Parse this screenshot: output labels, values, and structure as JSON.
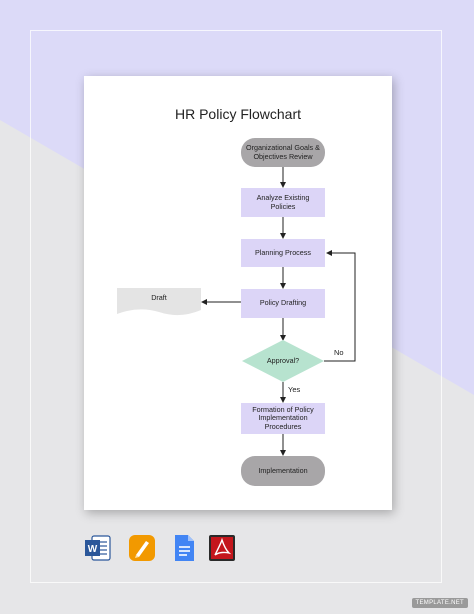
{
  "document": {
    "title": "HR Policy Flowchart"
  },
  "nodes": {
    "org_goals": "Organizational Goals & Objectives Review",
    "analyze": "Analyze Existing Policies",
    "planning": "Planning Process",
    "drafting": "Policy Drafting",
    "draft": "Draft",
    "approval": "Approval?",
    "formation": "Formation of Policy Implementation Procedures",
    "implementation": "Implementation"
  },
  "edges": {
    "no_label": "No",
    "yes_label": "Yes"
  },
  "formats": [
    {
      "name": "word-icon",
      "letter": "W",
      "color": "#2b579a"
    },
    {
      "name": "pages-icon",
      "letter": "",
      "color": "#f29900"
    },
    {
      "name": "google-docs-icon",
      "letter": "",
      "color": "#4285f4"
    },
    {
      "name": "pdf-icon",
      "letter": "",
      "color": "#c4161c"
    }
  ],
  "watermark": "TEMPLATE.NET",
  "colors": {
    "process_fill": "#dcd5f7",
    "terminal_fill": "#a8a6a8",
    "decision_fill": "#b7e3cf",
    "document_fill": "#e4e4e4",
    "background_lavender": "#dcdaf8",
    "background_gray": "#e6e6e8"
  }
}
